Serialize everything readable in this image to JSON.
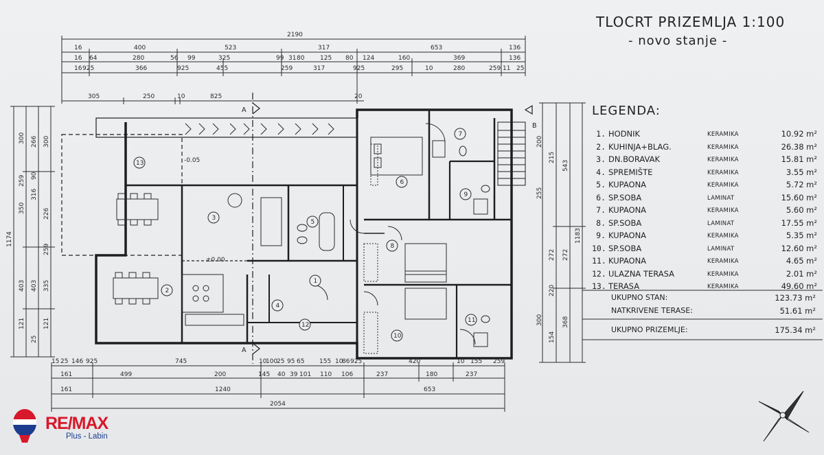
{
  "title": "TLOCRT PRIZEMLJA 1:100",
  "subtitle": "- novo stanje -",
  "legend": {
    "heading": "LEGENDA:",
    "items": [
      {
        "num": "1.",
        "name": "HODNIK",
        "material": "KERAMIKA",
        "area": "10.92 m²"
      },
      {
        "num": "2.",
        "name": "KUHINJA+BLAG.",
        "material": "KERAMIKA",
        "area": "26.38 m²"
      },
      {
        "num": "3.",
        "name": "DN.BORAVAK",
        "material": "KERAMIKA",
        "area": "15.81 m²"
      },
      {
        "num": "4.",
        "name": "SPREMIŠTE",
        "material": "KERAMIKA",
        "area": "3.55 m²"
      },
      {
        "num": "5.",
        "name": "KUPAONA",
        "material": "KERAMIKA",
        "area": "5.72 m²"
      },
      {
        "num": "6.",
        "name": "SP.SOBA",
        "material": "LAMINAT",
        "area": "15.60 m²"
      },
      {
        "num": "7.",
        "name": "KUPAONA",
        "material": "KERAMIKA",
        "area": "5.60 m²"
      },
      {
        "num": "8.",
        "name": "SP.SOBA",
        "material": "LAMINAT",
        "area": "17.55 m²"
      },
      {
        "num": "9.",
        "name": "KUPAONA",
        "material": "KERAMIKA",
        "area": "5.35 m²"
      },
      {
        "num": "10.",
        "name": "SP.SOBA",
        "material": "LAMINAT",
        "area": "12.60 m²"
      },
      {
        "num": "11.",
        "name": "KUPAONA",
        "material": "KERAMIKA",
        "area": "4.65 m²"
      },
      {
        "num": "12.",
        "name": "ULAZNA TERASA",
        "material": "KERAMIKA",
        "area": "2.01 m²"
      },
      {
        "num": "13.",
        "name": "TERASA",
        "material": "KERAMIKA",
        "area": "49.60 m²"
      }
    ],
    "totals": [
      {
        "label": "UKUPNO STAN:",
        "value": "123.73 m²"
      },
      {
        "label": "NATKRIVENE TERASE:",
        "value": "51.61 m²"
      },
      {
        "label": "UKUPNO PRIZEMLJE:",
        "value": "175.34 m²"
      }
    ]
  },
  "dimensions": {
    "top_overall": "2190",
    "top_row1": [
      "16",
      "400",
      "523",
      "317",
      "653",
      "136"
    ],
    "top_row2": [
      "16",
      "64",
      "280",
      "56",
      "99",
      "325",
      "99",
      "31",
      "80",
      "125",
      "80",
      "124",
      "160",
      "369",
      "136"
    ],
    "top_row3": [
      "16",
      "925",
      "366",
      "925",
      "455",
      "259",
      "317",
      "925",
      "295",
      "10",
      "280",
      "259",
      "11",
      "25"
    ],
    "top_row4": [
      "305",
      "250",
      "10",
      "825",
      "20"
    ],
    "bottom_row1": [
      "15",
      "25",
      "146",
      "925",
      "745",
      "10",
      "100",
      "25",
      "95",
      "65",
      "155",
      "10",
      "86",
      "925",
      "420",
      "10",
      "155",
      "259"
    ],
    "bottom_row2": [
      "161",
      "499",
      "200",
      "145",
      "40",
      "39",
      "101",
      "110",
      "106",
      "237",
      "180",
      "237"
    ],
    "bottom_row3": [
      "161",
      "1240",
      "653"
    ],
    "bottom_overall": "2054",
    "left_overall": "1174",
    "left_values": [
      "300",
      "266",
      "300",
      "90",
      "259",
      "350",
      "316",
      "226",
      "259",
      "403",
      "335",
      "403",
      "121",
      "25",
      "121"
    ],
    "right_overall": "1183",
    "right_values": [
      "543",
      "200",
      "215",
      "255",
      "272",
      "272",
      "220",
      "300",
      "368",
      "154"
    ]
  },
  "plan_labels": {
    "section_a": "A",
    "section_b": "B",
    "level_0": "±0.00",
    "level_1": "-0.05",
    "rooms": [
      "1",
      "2",
      "3",
      "4",
      "5",
      "6",
      "7",
      "8",
      "9",
      "10",
      "11",
      "12",
      "13"
    ]
  },
  "brand": {
    "logo_text": "RE/MAX",
    "subtext": "Plus - Labin"
  },
  "colors": {
    "ink": "#2a2a2a",
    "paper": "#eceef0",
    "brand_red": "#d7182a",
    "brand_blue": "#1b3c8f"
  }
}
